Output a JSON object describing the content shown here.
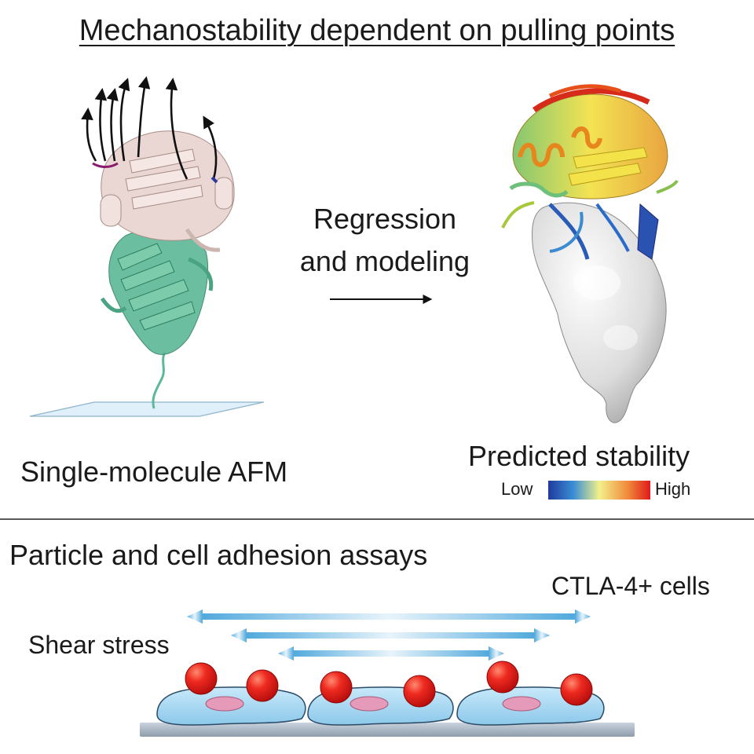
{
  "title": "Mechanostability dependent on pulling points",
  "method_label": [
    "Regression",
    "and modeling"
  ],
  "afm_label": "Single-molecule AFM",
  "prediction": {
    "label": "Predicted stability",
    "low_label": "Low",
    "high_label": "High",
    "colorbar": [
      "#1f3a9e",
      "#3b8fd4",
      "#f2f08a",
      "#f08a3a",
      "#e01a1a"
    ]
  },
  "colors": {
    "protein_top": "#ead6d2",
    "protein_bottom": "#5cb896",
    "surface": "#dff0fb",
    "arrow_blue": "#4fa8dc",
    "bead": "#e8201e",
    "cell": "#a9d8f2",
    "nucleus": "#e49ab8"
  },
  "assay": {
    "label": "Particle and cell adhesion assays",
    "cells_label": "CTLA-4+ cells",
    "shear_label": "Shear stress"
  }
}
